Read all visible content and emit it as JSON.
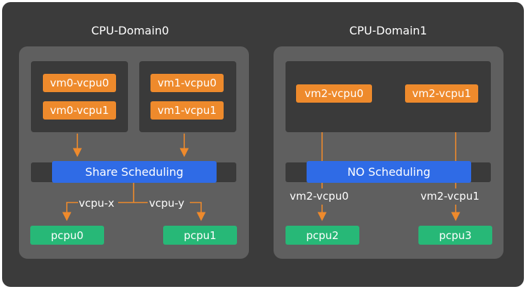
{
  "domains": [
    {
      "title": "CPU-Domain0",
      "vm_groups": [
        {
          "vcpus": [
            "vm0-vcpu0",
            "vm0-vcpu1"
          ]
        },
        {
          "vcpus": [
            "vm1-vcpu0",
            "vm1-vcpu1"
          ]
        }
      ],
      "scheduler": "Share Scheduling",
      "edge_labels": [
        "vcpu-x",
        "vcpu-y"
      ],
      "pcpus": [
        "pcpu0",
        "pcpu1"
      ]
    },
    {
      "title": "CPU-Domain1",
      "vcpus": [
        "vm2-vcpu0",
        "vm2-vcpu1"
      ],
      "scheduler": "NO Scheduling",
      "edge_labels": [
        "vm2-vcpu0",
        "vm2-vcpu1"
      ],
      "pcpus": [
        "pcpu2",
        "pcpu3"
      ]
    }
  ],
  "colors": {
    "background": "#3b3b3b",
    "domain_panel": "#5f5f5f",
    "vm_box": "#3a3a3a",
    "vcpu": "#ee8a2c",
    "scheduler": "#2f6be6",
    "pcpu": "#27b877",
    "arrow": "#ee8a2c"
  }
}
